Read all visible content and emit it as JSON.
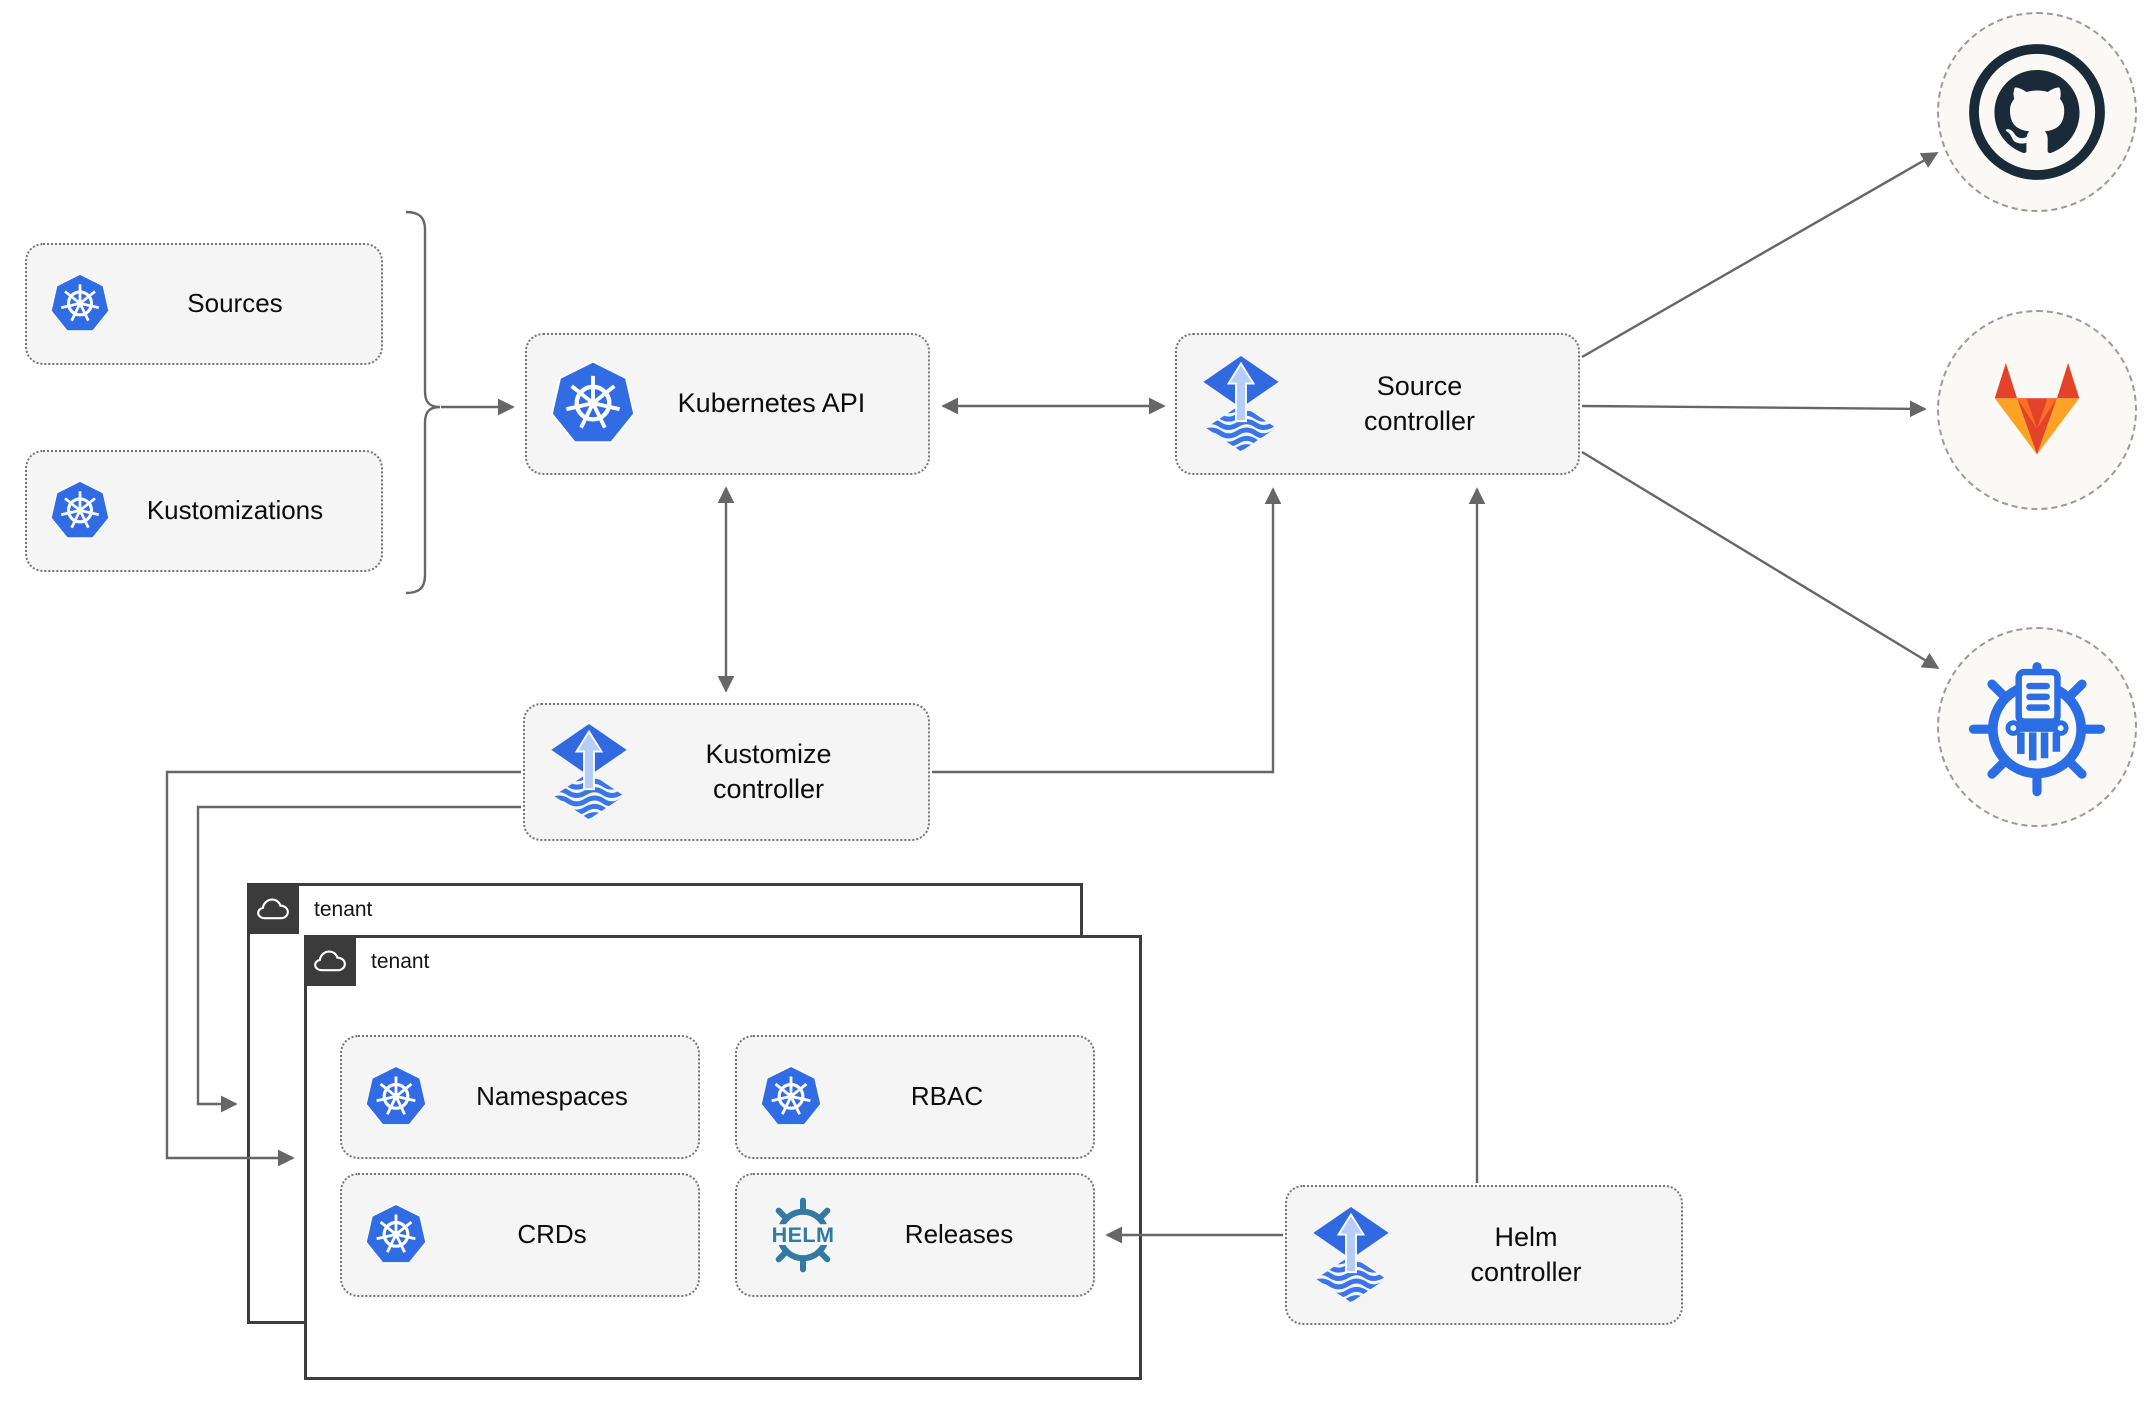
{
  "diagram": {
    "type": "flux-gitops-architecture",
    "nodes": {
      "sources": {
        "label": "Sources",
        "icon": "kubernetes"
      },
      "kustomizations": {
        "label": "Kustomizations",
        "icon": "kubernetes"
      },
      "kubernetes_api": {
        "label": "Kubernetes API",
        "icon": "kubernetes"
      },
      "source_controller": {
        "label": "Source controller",
        "icon": "flux"
      },
      "kustomize_controller": {
        "label": "Kustomize controller",
        "icon": "flux"
      },
      "helm_controller": {
        "label": "Helm controller",
        "icon": "flux"
      },
      "tenant_back": {
        "label": "tenant",
        "icon": "cloud"
      },
      "tenant_front": {
        "label": "tenant",
        "icon": "cloud"
      },
      "namespaces": {
        "label": "Namespaces",
        "icon": "kubernetes"
      },
      "rbac": {
        "label": "RBAC",
        "icon": "kubernetes"
      },
      "crds": {
        "label": "CRDs",
        "icon": "kubernetes"
      },
      "releases": {
        "label": "Releases",
        "icon": "helm"
      },
      "github": {
        "icon": "github"
      },
      "gitlab": {
        "icon": "gitlab"
      },
      "chart_repository": {
        "icon": "chart-repository"
      }
    },
    "icons": {
      "helm_text": "HELM"
    },
    "connections": [
      {
        "from": "sources+kustomizations bracket",
        "to": "kubernetes_api",
        "style": "arrow"
      },
      {
        "from": "kubernetes_api",
        "to": "source_controller",
        "style": "double-arrow"
      },
      {
        "from": "kubernetes_api",
        "to": "kustomize_controller",
        "style": "double-arrow"
      },
      {
        "from": "kustomize_controller",
        "to": "source_controller",
        "style": "arrow"
      },
      {
        "from": "kustomize_controller",
        "to": "tenant_front",
        "style": "arrow"
      },
      {
        "from": "kustomize_controller",
        "to": "tenant_back",
        "style": "arrow"
      },
      {
        "from": "helm_controller",
        "to": "source_controller",
        "style": "arrow"
      },
      {
        "from": "helm_controller",
        "to": "releases",
        "style": "arrow"
      },
      {
        "from": "source_controller",
        "to": "github",
        "style": "arrow"
      },
      {
        "from": "source_controller",
        "to": "gitlab",
        "style": "arrow"
      },
      {
        "from": "source_controller",
        "to": "chart_repository",
        "style": "arrow"
      }
    ],
    "colors": {
      "line": "#666666",
      "node_bg": "#f5f5f5",
      "node_border": "#747474",
      "tenant_border": "#3d3d3d",
      "tenant_header_bg": "#3b3b3b",
      "kubernetes_blue": "#326ce5",
      "flux_blue": "#3069e0",
      "flux_arrow_light": "#b5cdf9",
      "helm_teal": "#337aa3",
      "github_dark": "#1b2a38",
      "gitlab_red_orange": "#e24329",
      "gitlab_light_orange": "#fca326",
      "chart_repo_blue": "#2b6de4"
    }
  }
}
